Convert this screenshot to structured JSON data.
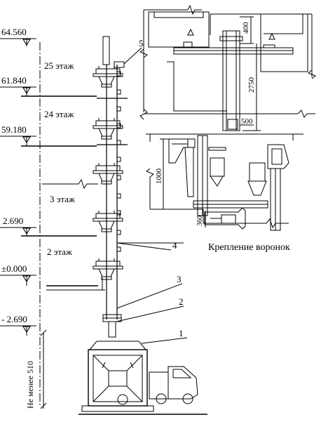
{
  "levels": [
    {
      "value": "64.560"
    },
    {
      "value": "61.840"
    },
    {
      "value": "59.180"
    },
    {
      "value": "2.690"
    },
    {
      "value": "±0.000"
    },
    {
      "value": "- 2.690"
    }
  ],
  "floors": [
    {
      "label": "25 этаж"
    },
    {
      "label": "24 этаж"
    },
    {
      "label": "3 этаж"
    },
    {
      "label": "2 этаж"
    }
  ],
  "callouts": [
    {
      "num": "5"
    },
    {
      "num": "4"
    },
    {
      "num": "3"
    },
    {
      "num": "2"
    },
    {
      "num": "1"
    }
  ],
  "vertical_dimension": "Не менее 510",
  "detail": {
    "caption": "Крепление воронок",
    "dims": {
      "d400": "400",
      "d2750": "2750",
      "d500": "500",
      "d1000": "1000",
      "d360": "360"
    }
  }
}
